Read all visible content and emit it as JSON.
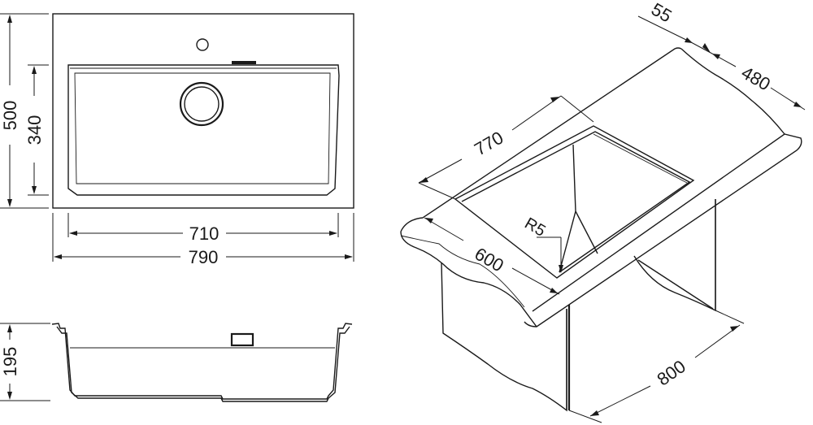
{
  "dimensions": {
    "overall_height": "500",
    "bowl_height": "340",
    "bowl_width": "710",
    "overall_width": "790",
    "depth": "195",
    "top_a": "55",
    "top_b": "480",
    "length": "770",
    "inner_width": "600",
    "radius": "R5",
    "cabinet": "800"
  }
}
